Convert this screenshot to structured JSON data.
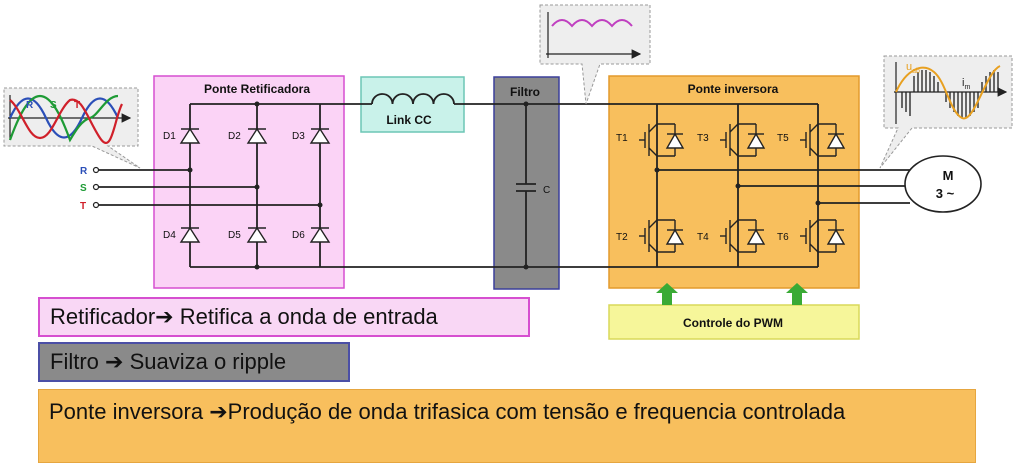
{
  "rectifier": {
    "title": "Ponte Retificadora",
    "diodes": [
      "D1",
      "D2",
      "D3",
      "D4",
      "D5",
      "D6"
    ]
  },
  "phases": [
    "R",
    "S",
    "T"
  ],
  "phase_colors": {
    "R": "#2b4fb8",
    "S": "#1e9b35",
    "T": "#d0202a"
  },
  "link": {
    "label": "Link CC"
  },
  "filter": {
    "title": "Filtro",
    "capacitor": "C"
  },
  "inverter": {
    "title": "Ponte inversora",
    "transistors": [
      "T1",
      "T3",
      "T5",
      "T2",
      "T4",
      "T6"
    ]
  },
  "motor": {
    "line1": "M",
    "line2": "3 ~"
  },
  "pwm": {
    "label": "Controle do PWM"
  },
  "callouts": {
    "input_wave": [
      "R",
      "S",
      "T"
    ],
    "output_u": "u",
    "output_u_sub": "ab",
    "output_i": "i",
    "output_i_sub": "m"
  },
  "captions": {
    "rectifier_name": "Retificador",
    "rectifier_desc": "Retifica a onda de entrada",
    "filter_name": "Filtro",
    "filter_desc": "Suaviza o ripple",
    "inverter_name": "Ponte inversora",
    "inverter_desc": "Produção de onda trifasica com tensão e frequencia controlada",
    "arrow": "➔"
  },
  "colors": {
    "rectifier_fill": "#fbd3f6",
    "rectifier_border": "#d64fd0",
    "link_fill": "#c9f2ea",
    "link_border": "#6cc6b5",
    "filter_fill": "#8a8a8a",
    "filter_border": "#3b3f9a",
    "inverter_fill": "#f8bf5d",
    "inverter_border": "#e39a2d",
    "pwm_fill": "#f6f69a",
    "pwm_border": "#d8d85a",
    "pwm_arrow": "#3aaa35"
  }
}
